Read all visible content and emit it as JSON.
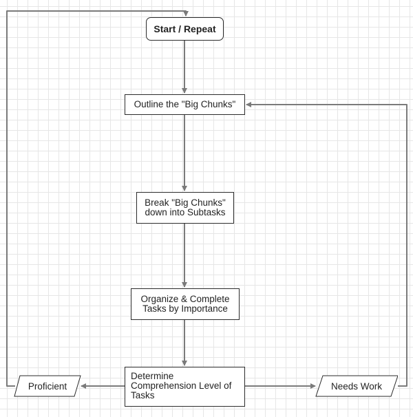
{
  "colors": {
    "connector": "#7a7a7a",
    "node_border": "#2a2a2a",
    "node_fill": "#ffffff",
    "grid": "#e6e6e6"
  },
  "nodes": {
    "start": "Start / Repeat",
    "outline": "Outline the \"Big Chunks\"",
    "break": "Break \"Big Chunks\"\ndown into Subtasks",
    "organize": "Organize & Complete\nTasks by Importance",
    "determine": "Determine\nComprehension Level of\nTasks",
    "proficient": "Proficient",
    "needs_work": "Needs Work"
  }
}
